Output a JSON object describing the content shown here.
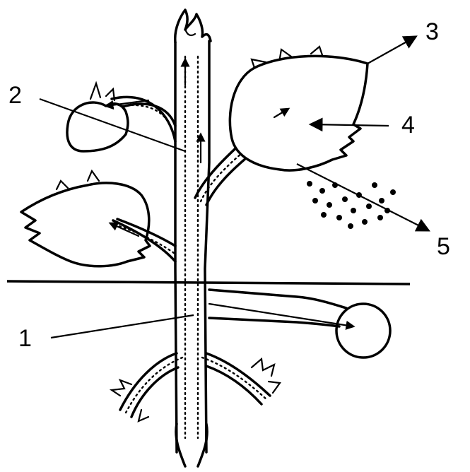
{
  "diagram": {
    "labels": {
      "l1": "1",
      "l2": "2",
      "l3": "3",
      "l4": "4",
      "l5": "5"
    }
  }
}
